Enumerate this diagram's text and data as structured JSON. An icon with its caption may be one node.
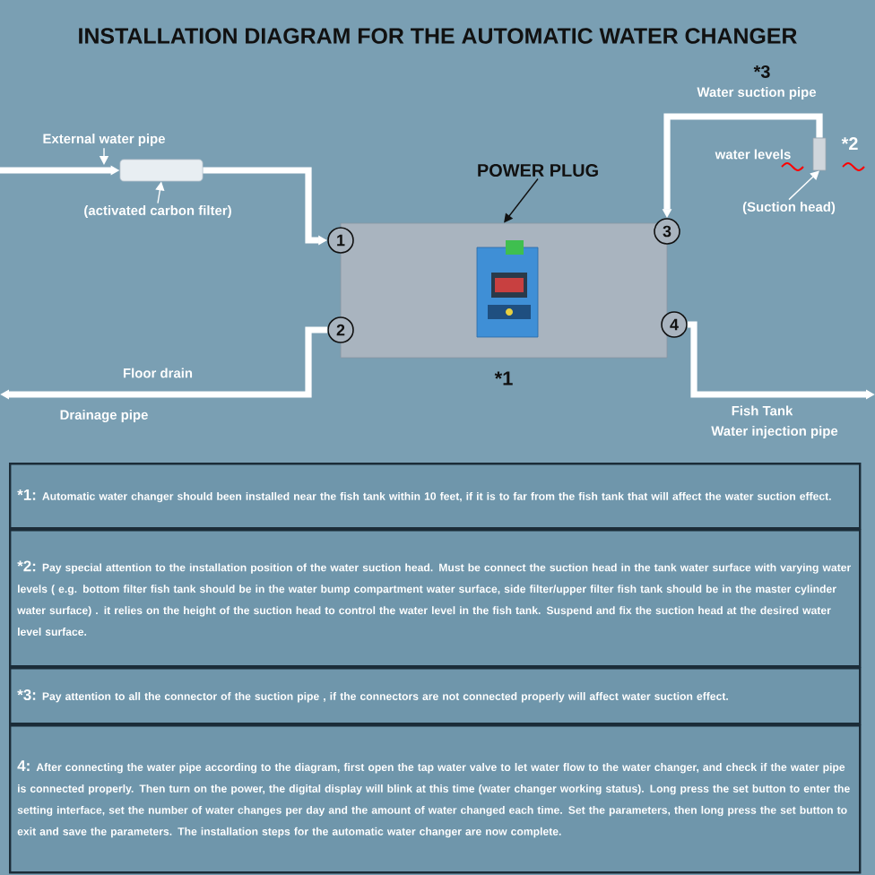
{
  "diagram": {
    "title": "INSTALLATION DIAGRAM FOR THE AUTOMATIC WATER CHANGER",
    "nodes": [
      {
        "text": [],
        "shape": "box",
        "beside": [
          "*1"
        ]
      },
      {
        "text": [
          "POWER PLUG"
        ]
      },
      {
        "text": [
          "1"
        ]
      },
      {
        "text": [
          "2"
        ]
      },
      {
        "text": [
          "3"
        ]
      },
      {
        "text": [
          "4"
        ]
      },
      {
        "text": [
          "External water pipe"
        ]
      },
      {
        "text": [],
        "shape": "cylinder"
      },
      {
        "text": [
          "(activated carbon filter)"
        ]
      },
      {
        "text": [],
        "shape": "box",
        "beside": [
          "*2"
        ]
      },
      {
        "text": [
          "(Suction head)"
        ]
      },
      {
        "text": [
          "*1:",
          "Automatic water changer should been installed near the fish tank within 10 feet, if it is to far from the fish tank that will affect the water suction effect."
        ]
      },
      {
        "text": [
          "*2:",
          "Pay special attention to the installation position of the water suction head. Must be connect the suction head in the tank water surface with varying water levels ( e.g. bottom filter fish tank should be in the water bump compartment water surface, side filter/upper filter fish tank should be in the master cylinder water surface) . it relies on the height of the suction head to control the water level in the fish tank. Suspend and fix the suction head at the desired water level surface."
        ]
      },
      {
        "text": [
          "*3:",
          "Pay attention to all the connector of the suction pipe , if the connectors are not connected properly will affect water suction effect."
        ]
      },
      {
        "text": [
          "4:",
          "After connecting the water pipe according to the diagram, first open the tap water valve to let water flow to the water changer, and check if the water pipe is connected properly. Then turn on the power, the digital display will blink at this time (water changer working status). Long press the set button to enter the setting interface, set the number of water changes per day and the amount of water changed each time. Set the parameters, then long press the set button to exit and save the parameters. The installation steps for the automatic water changer are now complete."
        ]
      }
    ],
    "edges": [
      {
        "from": 1,
        "to": 0,
        "arrow": "to",
        "color": "#111111"
      },
      {
        "from": 6,
        "to": null,
        "arrow": "to"
      },
      {
        "from": 8,
        "to": 7,
        "arrow": "to"
      },
      {
        "from": null,
        "to": 7,
        "arrow": "to"
      },
      {
        "from": 7,
        "to": 2,
        "arrow": "to"
      },
      {
        "from": 3,
        "to": null,
        "arrow": "to"
      },
      {
        "from": 9,
        "to": 4,
        "arrow": "to"
      },
      {
        "from": 5,
        "to": null,
        "arrow": "to"
      },
      {
        "from": 10,
        "to": 9,
        "arrow": "to"
      }
    ],
    "labels": [
      "*3",
      "Water suction pipe",
      "water levels",
      "Floor drain",
      "Drainage pipe",
      "Fish Tank",
      "Water injection pipe"
    ]
  }
}
